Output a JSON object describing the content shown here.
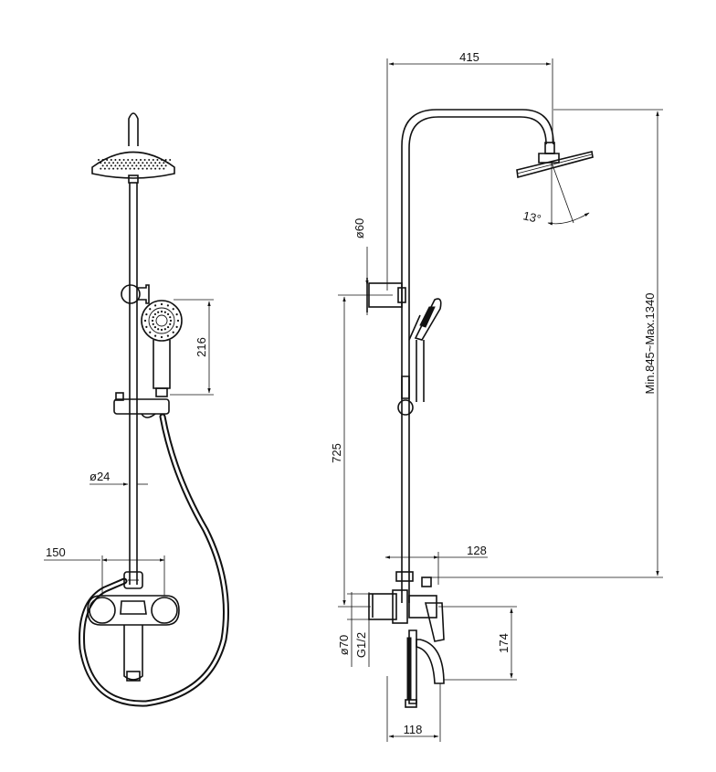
{
  "dimensions": {
    "width_top": "415",
    "height_range": "Min.845~Max.1340",
    "angle": "13°",
    "pipe_dia_small": "ø60",
    "height_725": "725",
    "offset_128": "128",
    "dia_70": "ø70",
    "thread": "G1/2",
    "spout_174": "174",
    "depth_118": "118",
    "handheld_216": "216",
    "rail_dia": "ø24",
    "center_150": "150"
  }
}
